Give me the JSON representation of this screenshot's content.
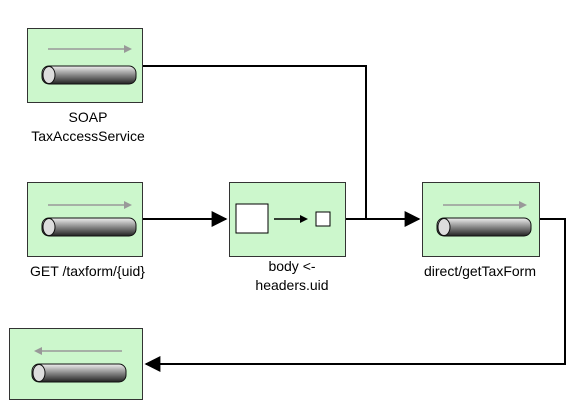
{
  "nodes": {
    "soap": {
      "label_lines": [
        "SOAP",
        "TaxAccessService"
      ],
      "icon": "consumer-endpoint-icon"
    },
    "rest": {
      "label_lines": [
        "GET /taxform/{uid}"
      ],
      "icon": "consumer-endpoint-icon"
    },
    "transform": {
      "label_lines": [
        "body <-",
        "headers.uid"
      ],
      "icon": "message-translator-icon"
    },
    "direct": {
      "label_lines": [
        "direct/getTaxForm"
      ],
      "icon": "consumer-endpoint-icon"
    },
    "reply": {
      "label_lines": [],
      "icon": "producer-endpoint-icon"
    }
  },
  "colors": {
    "node_fill": "#ccf7cc",
    "edge": "#000000",
    "arrow_grey": "#999999"
  }
}
